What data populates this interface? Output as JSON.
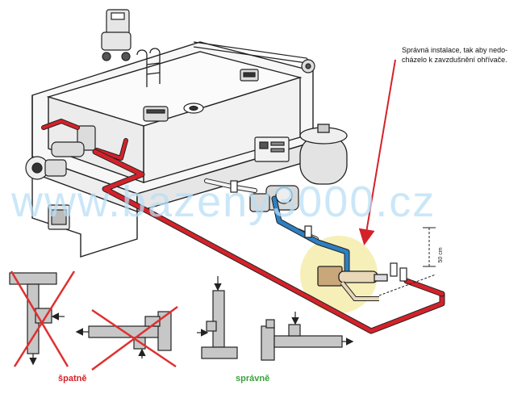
{
  "annotation": {
    "line1": "Správná instalace, tak aby nedo-",
    "line2": "cházelo k zavzdušnění ohřívače."
  },
  "dimension_label": "50 cm",
  "watermark": "www.bazeny3000.cz",
  "labels": {
    "wrong": "špatně",
    "right": "správně"
  },
  "colors": {
    "pipe_red": "#d4222a",
    "pipe_blue": "#2d7fc2",
    "wrong_text": "#d4222a",
    "right_text": "#3aa13a",
    "highlight": "#f6efb8",
    "cross": "#e03030",
    "watermark": "#b8dff5"
  }
}
